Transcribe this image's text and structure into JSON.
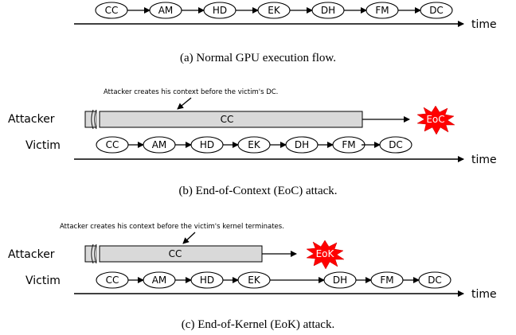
{
  "time_label": "time",
  "attacker_label": "Attacker",
  "victim_label": "Victim",
  "panel_a": {
    "caption": "(a) Normal GPU execution flow.",
    "stages": [
      "CC",
      "AM",
      "HD",
      "EK",
      "DH",
      "FM",
      "DC"
    ]
  },
  "panel_b": {
    "caption": "(b) End-of-Context (EoC) attack.",
    "annotation": "Attacker creates his context before the victim's DC.",
    "attacker_bar_label": "CC",
    "burst_label": "EoC",
    "stages": [
      "CC",
      "AM",
      "HD",
      "EK",
      "DH",
      "FM",
      "DC"
    ]
  },
  "panel_c": {
    "caption": "(c) End-of-Kernel (EoK) attack.",
    "annotation": "Attacker creates his context before the victim's kernel terminates.",
    "attacker_bar_label": "CC",
    "burst_label": "EoK",
    "stages": [
      "CC",
      "AM",
      "HD",
      "EK",
      "DH",
      "FM",
      "DC"
    ]
  },
  "colors": {
    "burst": "#ff0000",
    "bar": "#d9d9d9"
  }
}
